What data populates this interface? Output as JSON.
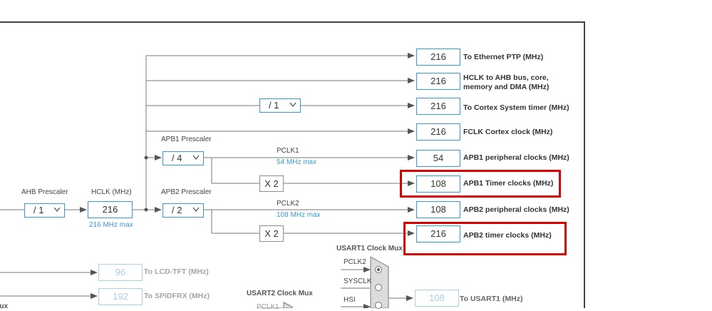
{
  "outputs": {
    "ethernet": {
      "value": "216",
      "label": "To Ethernet PTP (MHz)"
    },
    "hclk_ahb": {
      "value": "216",
      "label": "HCLK to AHB bus, core, memory and DMA (MHz)"
    },
    "cortex_timer": {
      "value": "216",
      "label": "To Cortex System timer (MHz)"
    },
    "fclk": {
      "value": "216",
      "label": "FCLK Cortex clock (MHz)"
    },
    "apb1_periph": {
      "value": "54",
      "label": "APB1 peripheral clocks (MHz)"
    },
    "apb1_timer": {
      "value": "108",
      "label": "APB1 Timer clocks (MHz)"
    },
    "apb2_periph": {
      "value": "108",
      "label": "APB2 peripheral clocks (MHz)"
    },
    "apb2_timer": {
      "value": "216",
      "label": "APB2 timer clocks (MHz)"
    }
  },
  "cortex_prescaler": "/ 1",
  "ahb": {
    "title": "AHB Prescaler",
    "value": "/ 1"
  },
  "hclk": {
    "title": "HCLK (MHz)",
    "value": "216",
    "max": "216 MHz max"
  },
  "apb1": {
    "title": "APB1 Prescaler",
    "value": "/ 4",
    "pclk": "PCLK1",
    "pclk_max": "54 MHz max",
    "multiplier": "X 2"
  },
  "apb2": {
    "title": "APB2 Prescaler",
    "value": "/ 2",
    "pclk": "PCLK2",
    "pclk_max": "108 MHz max",
    "multiplier": "X 2"
  },
  "lcd": {
    "value": "96",
    "label": "To LCD-TFT (MHz)"
  },
  "spdif": {
    "value": "192",
    "label": "To SPIDFRX (MHz)"
  },
  "usart1": {
    "title": "USART1 Clock Mux",
    "inputs": [
      "PCLK2",
      "SYSCLK",
      "HSI"
    ],
    "value": "108",
    "label": "To USART1 (MHz)"
  },
  "usart2": {
    "title": "USART2 Clock Mux",
    "input": "PCLK1"
  },
  "left_cut_label": "Mux"
}
